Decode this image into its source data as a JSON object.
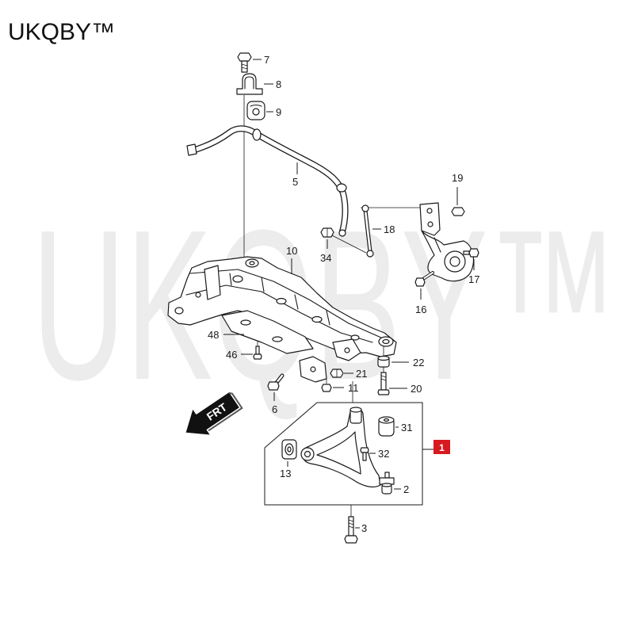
{
  "brand": "UKQBY™",
  "watermark": "UKQBY™",
  "direction_arrow": {
    "label": "FRT",
    "icon": "direction-arrow-icon"
  },
  "assembly_group": {
    "label": "1"
  },
  "callouts": [
    "7",
    "8",
    "9",
    "5",
    "19",
    "18",
    "34",
    "17",
    "16",
    "10",
    "48",
    "46",
    "22",
    "21",
    "11",
    "20",
    "6",
    "31",
    "32",
    "13",
    "2",
    "3"
  ],
  "colors": {
    "line": "#1a1a1a",
    "watermark": "#ececec",
    "group_badge": "#d71920",
    "badge_text": "#ffffff",
    "background": "#ffffff"
  }
}
